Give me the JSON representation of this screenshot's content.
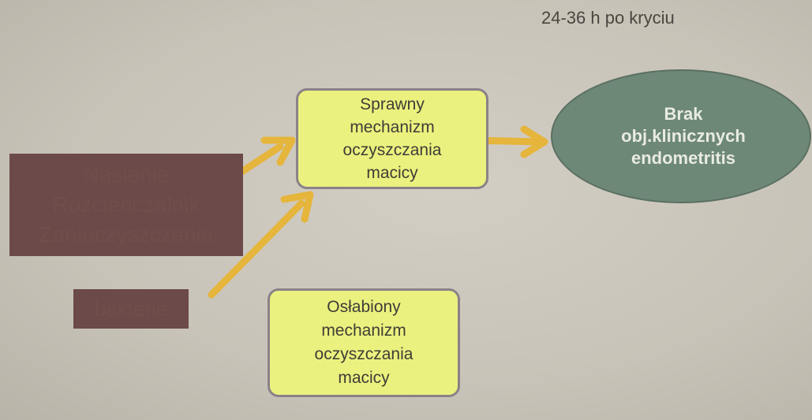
{
  "header": {
    "timing": "24-36 h po kryciu"
  },
  "left_boxes": {
    "big": [
      "Nasienie",
      "Rozcieńczalnik",
      "Zanieczyszczenia"
    ],
    "small": [
      "bakterie"
    ]
  },
  "boxes": {
    "sprawny": [
      "Sprawny",
      "mechanizm",
      "oczyszczania",
      "macicy"
    ],
    "oslabiony": [
      "Osłabiony",
      "mechanizm",
      "oczyszczania",
      "macicy"
    ]
  },
  "outcome": [
    "Brak",
    "obj.klinicznych",
    "endometritis"
  ],
  "colors": {
    "arrow": "#e5b53c",
    "yellow_box": "#ebf17e",
    "dark_box": "#6b4a49",
    "ellipse": "#6d8877",
    "background": "#c9c4b9"
  }
}
